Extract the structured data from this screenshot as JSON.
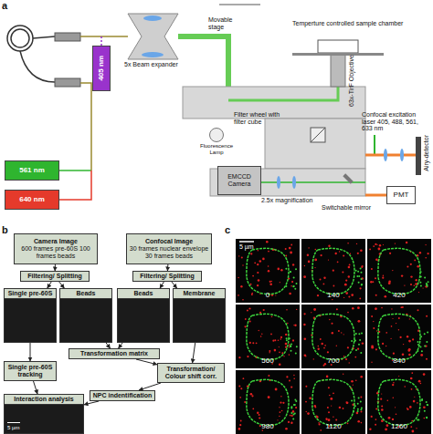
{
  "diagram": {
    "nodes": [
      {
        "text": [
          "405 nm"
        ]
      },
      {
        "text": [
          "561 nm"
        ]
      },
      {
        "text": [
          "640 nm"
        ]
      },
      {
        "text": [
          "Fluorescence Lamp"
        ]
      },
      {
        "text": [
          "EMCCD Camera"
        ]
      },
      {
        "text": [
          "PMT"
        ]
      },
      {
        "text": [
          "Camera Image",
          "600 frames pre-60S 100 frames beads"
        ]
      },
      {
        "text": [
          "Confocal Image",
          "30 frames nuclear envelope 30 frames beads"
        ]
      },
      {
        "text": [
          "Filtering/ Splitting"
        ]
      },
      {
        "text": [
          "Filtering/ Splitting"
        ]
      },
      {
        "text": [
          "Single pre-60S"
        ]
      },
      {
        "text": [
          "Beads"
        ]
      },
      {
        "text": [
          "Beads"
        ]
      },
      {
        "text": [
          "Membrane"
        ]
      },
      {
        "text": [
          "Transformation matrix"
        ]
      },
      {
        "text": [
          "Single pre-60S tracking"
        ]
      },
      {
        "text": [
          "Transformation/ Colour shift corr."
        ]
      },
      {
        "text": [
          "NPC indentification"
        ]
      },
      {
        "text": [
          "Interaction analysis",
          "5 µm"
        ]
      }
    ],
    "edges": [
      {
        "from": 6,
        "to": 8,
        "arrow": "to"
      },
      {
        "from": 7,
        "to": 9,
        "arrow": "to"
      },
      {
        "from": 8,
        "to": 10,
        "arrow": "to"
      },
      {
        "from": 8,
        "to": 11,
        "arrow": "to"
      },
      {
        "from": 9,
        "to": 12,
        "arrow": "to"
      },
      {
        "from": 9,
        "to": 13,
        "arrow": "to"
      },
      {
        "from": 11,
        "to": 14,
        "arrow": "to"
      },
      {
        "from": 12,
        "to": 14,
        "arrow": "to"
      },
      {
        "from": 10,
        "to": 15,
        "arrow": "to"
      },
      {
        "from": 13,
        "to": 16,
        "arrow": "to"
      },
      {
        "from": 14,
        "to": 16,
        "arrow": "to"
      },
      {
        "from": 16,
        "to": 17,
        "arrow": "to"
      },
      {
        "from": 17,
        "to": 18,
        "arrow": "to"
      },
      {
        "from": 15,
        "to": 18,
        "arrow": "to"
      }
    ],
    "labels": [
      "a",
      "5x Beam expander",
      "Movable stage",
      "Temperture controlled sample chamber",
      "63x-TirF Objective",
      "Filter wheel with filter cube",
      "Confocal excitation laser 405, 488, 561, 633 nm",
      "Airy-detector",
      "2.5x magnification",
      "Switchable mirror",
      "b",
      "c",
      "5 µm",
      "0",
      "140",
      "420",
      "560",
      "700",
      "840",
      "980",
      "1120",
      "1260"
    ]
  }
}
